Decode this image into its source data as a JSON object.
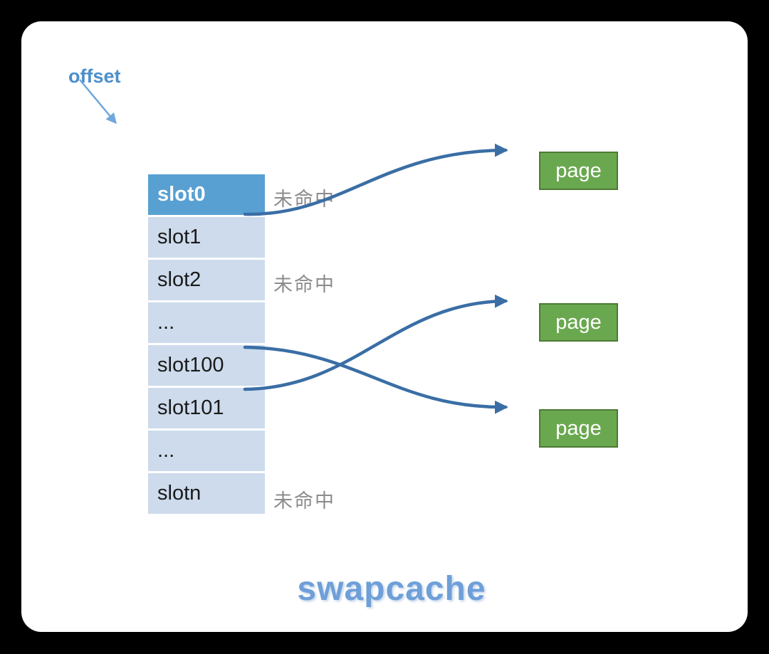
{
  "colors": {
    "page_background": "#000000",
    "card_background": "#ffffff",
    "slot_highlight": "#58a0d2",
    "slot_background": "#cddbec",
    "arrow": "#3a6ea5",
    "offset_arrow": "#6fa8dc",
    "page_box_fill": "#6aa84f",
    "page_box_border": "#4e7a35",
    "title_color": "#6f9fd8",
    "offset_label_color": "#4d8fc9",
    "miss_text_color": "#8c8c8c"
  },
  "offset": {
    "label": "offset"
  },
  "table": {
    "rows": [
      {
        "label": "slot0",
        "highlight": true,
        "miss": "未命中"
      },
      {
        "label": "slot1",
        "highlight": false
      },
      {
        "label": "slot2",
        "highlight": false,
        "miss": "未命中"
      },
      {
        "label": "...",
        "highlight": false
      },
      {
        "label": "slot100",
        "highlight": false
      },
      {
        "label": "slot101",
        "highlight": false
      },
      {
        "label": "...",
        "highlight": false
      },
      {
        "label": "slotn",
        "highlight": false,
        "miss": "未命中"
      }
    ]
  },
  "pages": [
    {
      "label": "page",
      "position": "top"
    },
    {
      "label": "page",
      "position": "middle"
    },
    {
      "label": "page",
      "position": "bottom"
    }
  ],
  "arrows": [
    {
      "from": "offset-label",
      "to": "slot-table"
    },
    {
      "from": "slot1",
      "to": "page-top"
    },
    {
      "from": "slot100",
      "to": "page-bottom"
    },
    {
      "from": "slot101",
      "to": "page-middle"
    }
  ],
  "title": "swapcache"
}
